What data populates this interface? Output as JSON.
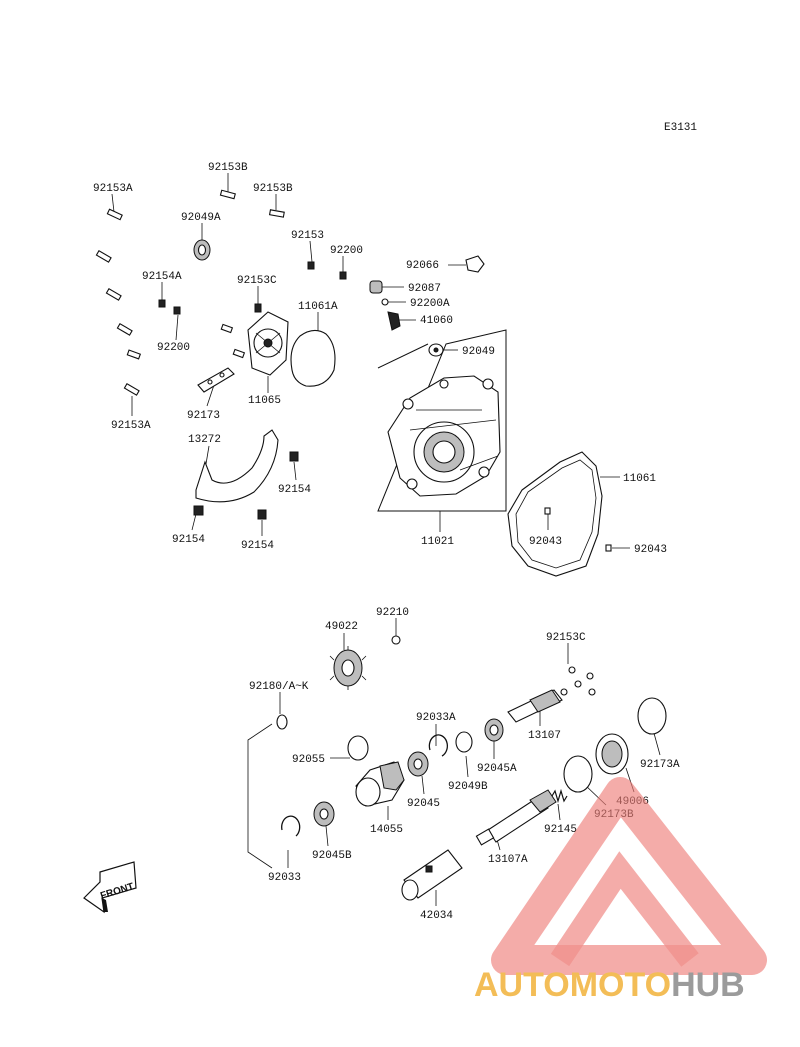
{
  "diagram_code": "E3131",
  "front_label": "FRONT",
  "watermark": {
    "part1": "AUTOMOTO",
    "part2": "HUB",
    "color_red": "#e8423a",
    "color_orange": "#f29a1f",
    "color_grey": "#8a8a8a"
  },
  "labels": {
    "p92153B_a": "92153B",
    "p92153A_a": "92153A",
    "p92153B_b": "92153B",
    "p92049A": "92049A",
    "p92153": "92153",
    "p92200_a": "92200",
    "p92066": "92066",
    "p92154A": "92154A",
    "p92153C_a": "92153C",
    "p92087": "92087",
    "p11061A": "11061A",
    "p92200A": "92200A",
    "p41060": "41060",
    "p92200_b": "92200",
    "p92049": "92049",
    "p92173": "92173",
    "p11065": "11065",
    "p92153A_b": "92153A",
    "p13272": "13272",
    "p11061": "11061",
    "p92154_a": "92154",
    "p92154_b": "92154",
    "p92154_c": "92154",
    "p11021": "11021",
    "p92043_a": "92043",
    "p92043_b": "92043",
    "p92210": "92210",
    "p49022": "49022",
    "p92153C_b": "92153C",
    "p92180": "92180/A~K",
    "p13107": "13107",
    "p92033A": "92033A",
    "p92055": "92055",
    "p92045A": "92045A",
    "p92173A": "92173A",
    "p92049B": "92049B",
    "p92045": "92045",
    "p49006": "49006",
    "p14055": "14055",
    "p92173B": "92173B",
    "p92145": "92145",
    "p92045B": "92045B",
    "p13107A": "13107A",
    "p92033": "92033",
    "p42034": "42034"
  }
}
